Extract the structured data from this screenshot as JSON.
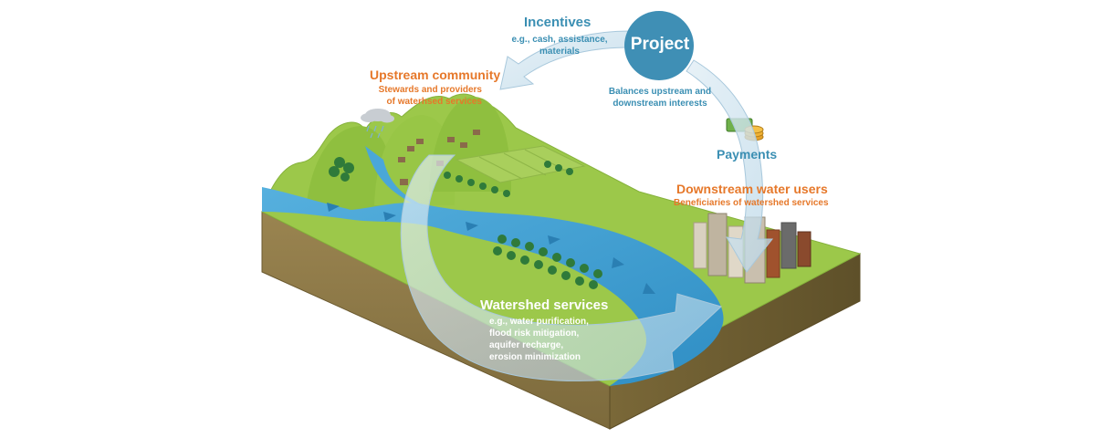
{
  "project": {
    "title": "Project",
    "desc_1": "Balances upstream and",
    "desc_2": "downstream interests"
  },
  "incentives": {
    "title": "Incentives",
    "line_1": "e.g., cash, assistance,",
    "line_2": "materials"
  },
  "upstream": {
    "title": "Upstream community",
    "line_1": "Stewards and providers",
    "line_2": "of waterhsed services"
  },
  "payments": {
    "title": "Payments"
  },
  "downstream": {
    "title": "Downstream water users",
    "line_1": "Beneficiaries of watershed services"
  },
  "watershed": {
    "title": "Watershed services",
    "line_1": "e.g., water purification,",
    "line_2": "flood risk mitigation,",
    "line_3": "aquifer recharge,",
    "line_4": "erosion minimization"
  },
  "colors": {
    "label_blue": "#3b8fb3",
    "label_orange": "#e6782a",
    "grass": "#9cc84a",
    "soil": "#8f7a48",
    "river": "#3f9fcf",
    "project_circle": "#3f8fb5"
  }
}
